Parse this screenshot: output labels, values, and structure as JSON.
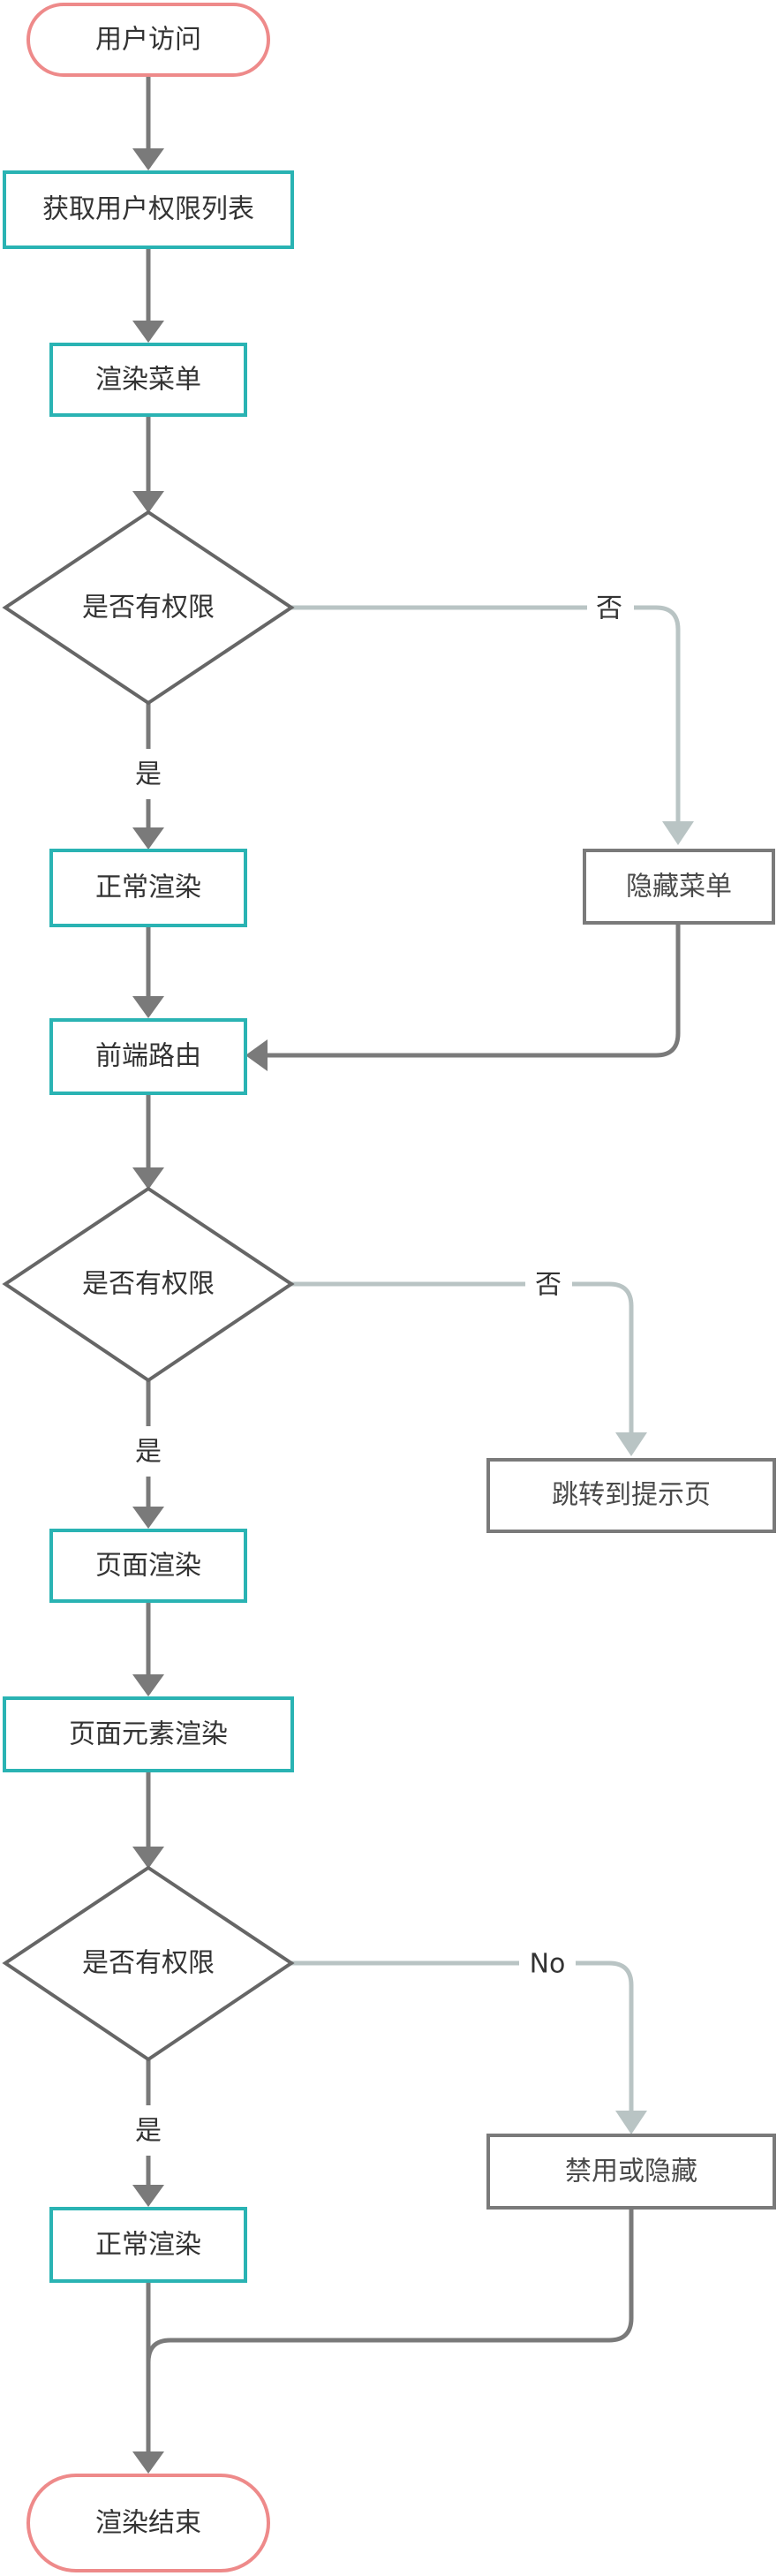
{
  "flowchart": {
    "start": "用户访问",
    "get_permissions": "获取用户权限列表",
    "render_menu": "渲染菜单",
    "decision_1": "是否有权限",
    "decision_1_yes": "是",
    "decision_1_no": "否",
    "normal_render_1": "正常渲染",
    "hide_menu": "隐藏菜单",
    "frontend_route": "前端路由",
    "decision_2": "是否有权限",
    "decision_2_yes": "是",
    "decision_2_no": "否",
    "jump_tip_page": "跳转到提示页",
    "page_render": "页面渲染",
    "page_element_render": "页面元素渲染",
    "decision_3": "是否有权限",
    "decision_3_yes": "是",
    "decision_3_no": "No",
    "disable_or_hide": "禁用或隐藏",
    "normal_render_2": "正常渲染",
    "end": "渲染结束"
  },
  "colors": {
    "terminal_border": "#ee8a8a",
    "process_border": "#2ab3b3",
    "alt_border": "#7a7a7a",
    "main_line": "#7a7a7a",
    "branch_line": "#b9c4c4"
  }
}
